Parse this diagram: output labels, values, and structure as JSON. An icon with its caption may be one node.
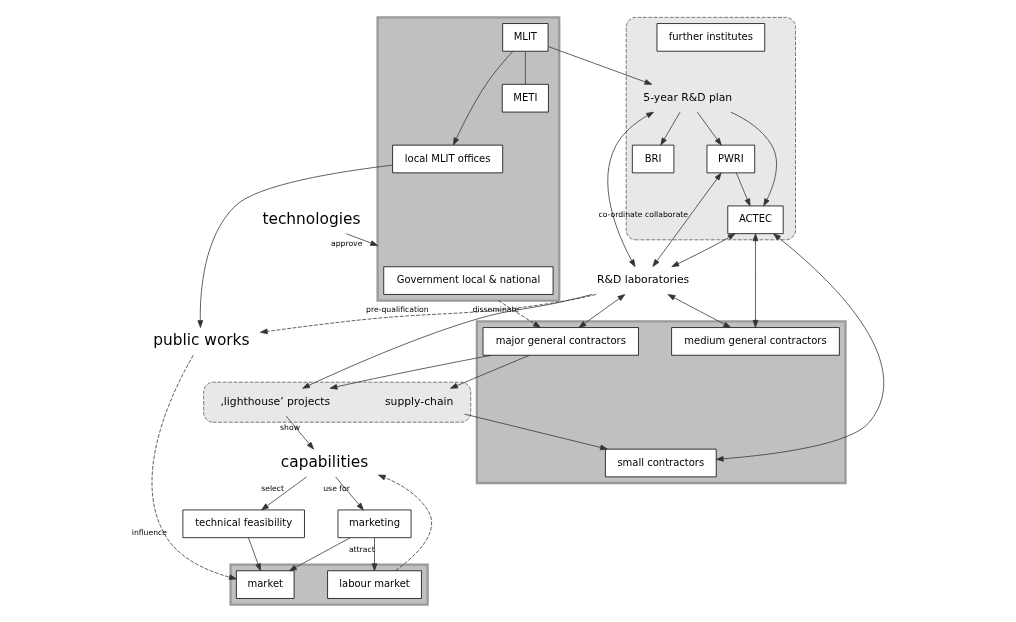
{
  "diagram": {
    "nodes": [
      {
        "text": [],
        "shape": "box"
      },
      {
        "text": [
          "Government local & national"
        ],
        "in": 0
      },
      {
        "text": [
          "METI"
        ],
        "in": 0
      },
      {
        "text": [
          "MLIT"
        ],
        "in": 0
      },
      {
        "text": [
          "local MLIT offices"
        ],
        "in": 0
      },
      {
        "text": [
          "public works"
        ]
      },
      {
        "text": [],
        "shape": "box"
      },
      {
        "text": [
          "labour market"
        ],
        "in": 6
      },
      {
        "text": [
          "market"
        ],
        "in": 6
      },
      {
        "text": [
          "marketing"
        ]
      },
      {
        "text": [
          "technical feasibility"
        ]
      },
      {
        "text": [
          "capabilities"
        ]
      },
      {
        "text": [
          "technologies"
        ]
      },
      {
        "text": [],
        "shape": "ellipse"
      },
      {
        "text": [
          "5-year R&D plan"
        ],
        "in": 13
      },
      {
        "text": [
          "BRI"
        ],
        "in": 13
      },
      {
        "text": [
          "PWRI"
        ],
        "in": 13
      },
      {
        "text": [
          "ACTEC"
        ],
        "in": 13
      },
      {
        "text": [
          "further institutes"
        ],
        "in": 13
      },
      {
        "text": [],
        "shape": "ellipse"
      },
      {
        "text": [
          "‚lighthouse’ projects"
        ],
        "in": 19
      },
      {
        "text": [
          "supply-chain"
        ],
        "in": 19
      },
      {
        "text": [
          "R&D laboratories"
        ]
      },
      {
        "text": [],
        "shape": "box"
      },
      {
        "text": [
          "major general contractors"
        ],
        "in": 23
      },
      {
        "text": [
          "medium general contractors"
        ],
        "in": 23
      },
      {
        "text": [
          "small contractors"
        ],
        "in": 23
      }
    ],
    "edges": [
      {
        "from": 3,
        "to": 2,
        "arrow": "none"
      },
      {
        "from": 3,
        "to": 4,
        "arrow": "to"
      },
      {
        "from": 4,
        "to": 5,
        "arrow": "to"
      },
      {
        "from": 0,
        "to": 24,
        "arrow": "to",
        "label": "disseminate",
        "style": "dashed"
      },
      {
        "from": 5,
        "to": 8,
        "arrow": "to",
        "label": "influence",
        "style": "dashed"
      },
      {
        "from": 7,
        "to": 11,
        "arrow": "to",
        "style": "dashed"
      },
      {
        "from": 9,
        "to": 7,
        "arrow": "to",
        "label": "attract"
      },
      {
        "from": 9,
        "to": 8,
        "arrow": "to"
      },
      {
        "from": 10,
        "to": 8,
        "arrow": "to"
      },
      {
        "from": 11,
        "to": 9,
        "arrow": "to",
        "label": "use for"
      },
      {
        "from": 11,
        "to": 10,
        "arrow": "to",
        "label": "select"
      },
      {
        "from": 12,
        "to": 0,
        "arrow": "to",
        "label": "approve"
      },
      {
        "from": 22,
        "to": 5,
        "arrow": "to",
        "label": "pre-qualification",
        "style": "dashed"
      },
      {
        "from": 3,
        "to": 14,
        "arrow": "to"
      },
      {
        "from": 14,
        "to": 15,
        "arrow": "to"
      },
      {
        "from": 14,
        "to": 16,
        "arrow": "to"
      },
      {
        "from": 14,
        "to": 17,
        "arrow": "to"
      },
      {
        "from": 16,
        "to": 17,
        "arrow": "to"
      },
      {
        "from": 14,
        "to": 22,
        "arrow": "both"
      },
      {
        "from": 16,
        "to": 22,
        "arrow": "both",
        "label": "co-ordinate collaborate"
      },
      {
        "from": 17,
        "to": 22,
        "arrow": "both"
      },
      {
        "from": 22,
        "to": 20,
        "arrow": "to"
      },
      {
        "from": 20,
        "to": 11,
        "arrow": "to",
        "label": "show"
      },
      {
        "from": 22,
        "to": 24,
        "arrow": "both"
      },
      {
        "from": 22,
        "to": 25,
        "arrow": "both"
      },
      {
        "from": 17,
        "to": 25,
        "arrow": "both"
      },
      {
        "from": 17,
        "to": 26,
        "arrow": "both"
      },
      {
        "from": 24,
        "to": 20,
        "arrow": "to"
      },
      {
        "from": 24,
        "to": 21,
        "arrow": "to"
      },
      {
        "from": 21,
        "to": 26,
        "arrow": "to"
      }
    ]
  }
}
